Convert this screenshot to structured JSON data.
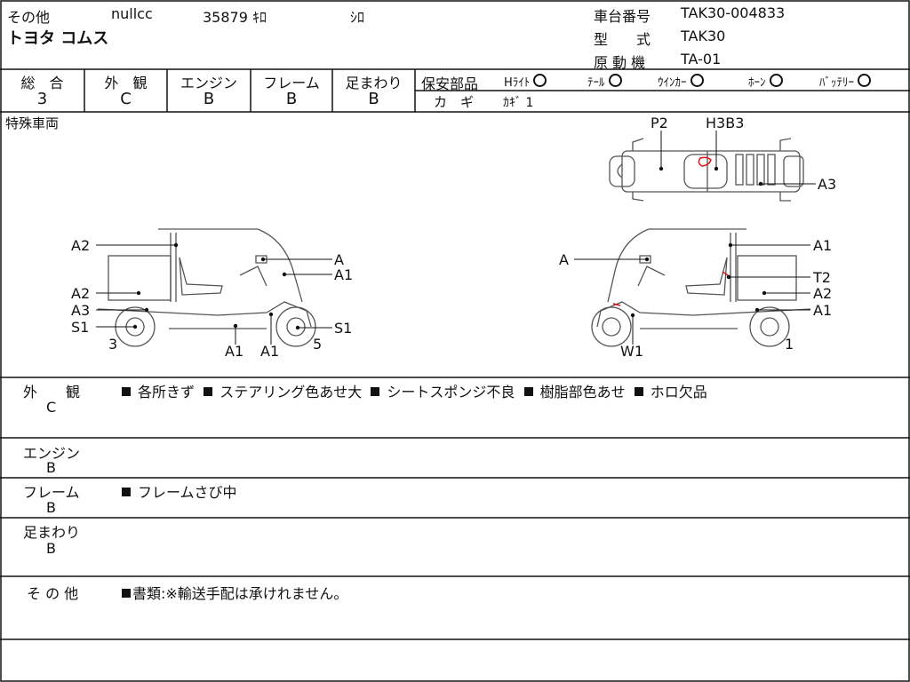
{
  "header": {
    "category": "その他",
    "engine_cc": "nullcc",
    "mileage": "35879 ｷﾛ",
    "color": "ｼﾛ",
    "model_name": "トヨタ コムス",
    "chassis_label": "車台番号",
    "chassis_value": "TAK30-004833",
    "type_label": "型　　式",
    "type_value": "TAK30",
    "motor_label": "原 動 機",
    "motor_value": "TA-01"
  },
  "grades": [
    {
      "label": "総　合",
      "value": "3"
    },
    {
      "label": "外　観",
      "value": "C"
    },
    {
      "label": "エンジン",
      "value": "B"
    },
    {
      "label": "フレーム",
      "value": "B"
    },
    {
      "label": "足まわり",
      "value": "B"
    }
  ],
  "safety": {
    "label": "保安部品",
    "items": [
      "Hﾗｲﾄ",
      "ﾃｰﾙ",
      "ｳｲﾝｶｰ",
      "ﾎｰﾝ",
      "ﾊﾞｯﾃﾘｰ"
    ],
    "key_label": "カ　ギ",
    "key_value": "ｶｷﾞ 1"
  },
  "special_label": "特殊車両",
  "diagram": {
    "top_labels": [
      "P2",
      "H3B3",
      "A3"
    ],
    "left_labels": [
      "A2",
      "A",
      "A1",
      "A2",
      "A3",
      "S1",
      "S1",
      "3",
      "A1",
      "A1",
      "5"
    ],
    "right_labels": [
      "A",
      "A1",
      "T2",
      "A2",
      "A1",
      "W1",
      "1"
    ]
  },
  "sections": [
    {
      "title": "外　　観",
      "grade": "C",
      "items": [
        "各所きず",
        "ステアリング色あせ大",
        "シートスポンジ不良",
        "樹脂部色あせ",
        "ホロ欠品"
      ]
    },
    {
      "title": "エンジン",
      "grade": "B",
      "items": []
    },
    {
      "title": "フレーム",
      "grade": "B",
      "items": [
        "フレームさび中"
      ]
    },
    {
      "title": "足まわり",
      "grade": "B",
      "items": []
    },
    {
      "title": "そ の 他",
      "grade": "",
      "items": [
        "書類:※輸送手配は承けれません。"
      ]
    }
  ]
}
